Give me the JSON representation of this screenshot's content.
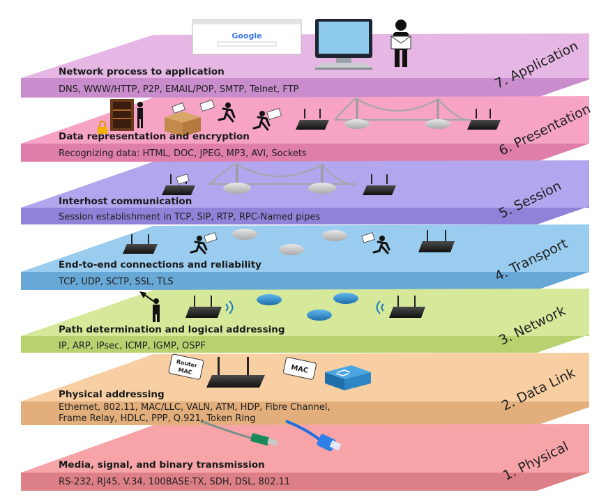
{
  "layers": [
    {
      "id": "application",
      "label": "7. Application",
      "title": "Network process to application",
      "protocols": [
        "DNS, WWW/HTTP, P2P, EMAIL/POP, SMTP, Telnet, FTP"
      ],
      "top_color": "#e6b6e4",
      "front_color": "#c98ccd"
    },
    {
      "id": "presentation",
      "label": "6. Presentation",
      "title": "Data representation and encryption",
      "protocols": [
        "Recognizing data: HTML, DOC, JPEG, MP3, AVI, Sockets"
      ],
      "top_color": "#f6a3c6",
      "front_color": "#df7ea8"
    },
    {
      "id": "session",
      "label": "5. Session",
      "title": "Interhost communication",
      "protocols": [
        "Session establishment in TCP, SIP, RTP, RPC-Named pipes"
      ],
      "top_color": "#b2a6ee",
      "front_color": "#8f82d8"
    },
    {
      "id": "transport",
      "label": "4. Transport",
      "title": "End-to-end connections and reliability",
      "protocols": [
        "TCP, UDP, SCTP, SSL, TLS"
      ],
      "top_color": "#99ccef",
      "front_color": "#68a8d6"
    },
    {
      "id": "network",
      "label": "3. Network",
      "title": "Path determination and logical addressing",
      "protocols": [
        "IP, ARP, IPsec, ICMP, IGMP, OSPF"
      ],
      "top_color": "#d6e89a",
      "front_color": "#b9d270"
    },
    {
      "id": "data-link",
      "label": "2. Data Link",
      "title": "Physical addressing",
      "protocols": [
        "Ethernet, 802.11, MAC/LLC, VALN, ATM, HDP, Fibre Channel,",
        "Frame Relay, HDLC,  PPP, Q.921, Token Ring"
      ],
      "top_color": "#f8cfa2",
      "front_color": "#e2ae7c"
    },
    {
      "id": "physical",
      "label": "1. Physical",
      "title": "Media, signal, and binary transmission",
      "protocols": [
        "RS-232, RJ45, V.34, 100BASE-TX, SDH, DSL, 802.11"
      ],
      "top_color": "#f6a4a8",
      "front_color": "#dd7f86"
    }
  ],
  "illustrations": {
    "browser_logo": "Google",
    "router_tag": "Router MAC",
    "mac_tag": "MAC",
    "icons": [
      "browser-window-icon",
      "desktop-computer-icon",
      "person-with-envelope-icon",
      "bookshelf-door-icon",
      "padlock-icon",
      "open-box-icon",
      "running-courier-icon",
      "wireless-router-icon",
      "bridge-icon",
      "router-disk-icon",
      "wifi-signal-icon",
      "person-with-flag-icon",
      "network-switch-icon",
      "fiber-cable-icon",
      "ethernet-cable-icon"
    ]
  }
}
